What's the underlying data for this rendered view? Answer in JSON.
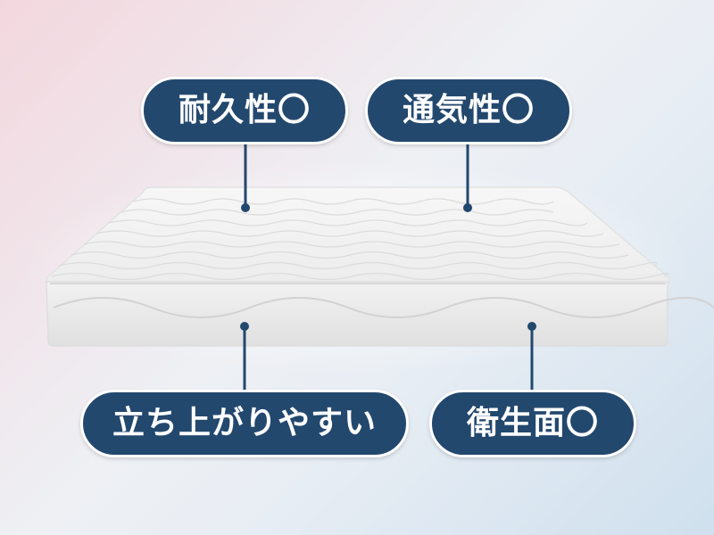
{
  "labels": {
    "durability": "耐久性〇",
    "breathability": "通気性〇",
    "easy_rise": "立ち上がりやすい",
    "hygiene": "衛生面〇"
  },
  "colors": {
    "pill_fill": "#23486e",
    "pill_border": "#ffffff",
    "pill_text": "#ffffff",
    "leader_line": "#23486e",
    "mattress": "#f1f1f1"
  }
}
